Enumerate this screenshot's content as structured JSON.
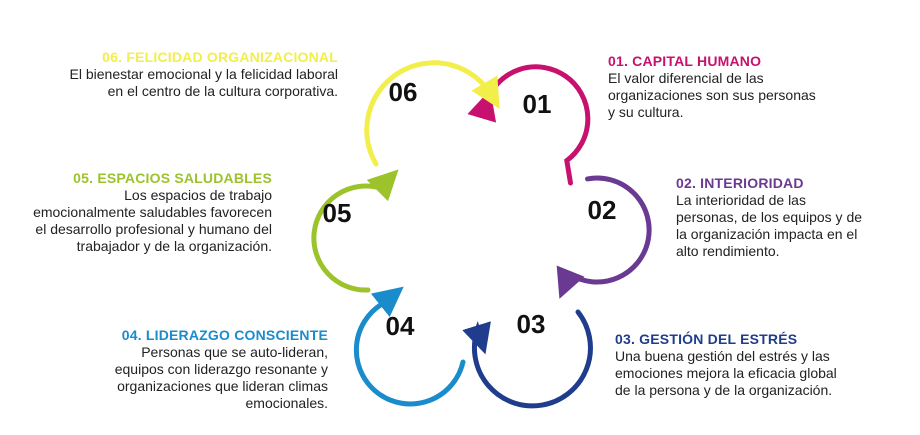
{
  "colors": {
    "s01": "#c8106e",
    "s02": "#6a3a93",
    "s03": "#1f3d8c",
    "s04": "#1a8ccc",
    "s05": "#9cc32c",
    "s06": "#f2ee4a"
  },
  "steps": [
    {
      "num": "01",
      "title": "01. CAPITAL HUMANO",
      "text": [
        "El valor diferencial de las",
        "organizaciones son sus personas",
        "y su cultura."
      ]
    },
    {
      "num": "02",
      "title": "02. INTERIORIDAD",
      "text": [
        "La interioridad de las",
        "personas, de los equipos y de",
        "la organización impacta en el",
        "alto rendimiento."
      ]
    },
    {
      "num": "03",
      "title": "03. GESTIÓN DEL ESTRÉS",
      "text": [
        "Una buena gestión del estrés y las",
        "emociones mejora la eficacia global",
        "de la persona y de la organización."
      ]
    },
    {
      "num": "04",
      "title": "04. LIDERAZGO CONSCIENTE",
      "text": [
        "Personas que se auto-lideran,",
        "equipos con liderazgo resonante y",
        "organizaciones que lideran climas",
        "emocionales."
      ]
    },
    {
      "num": "05",
      "title": "05. ESPACIOS SALUDABLES",
      "text": [
        "Los espacios de trabajo",
        "emocionalmente saludables favorecen",
        "el desarrollo profesional y humano del",
        "trabajador y de la organización."
      ]
    },
    {
      "num": "06",
      "title": "06. FELICIDAD ORGANIZACIONAL",
      "text": [
        "El bienestar emocional y la felicidad laboral",
        "en el centro de la cultura corporativa."
      ]
    }
  ]
}
